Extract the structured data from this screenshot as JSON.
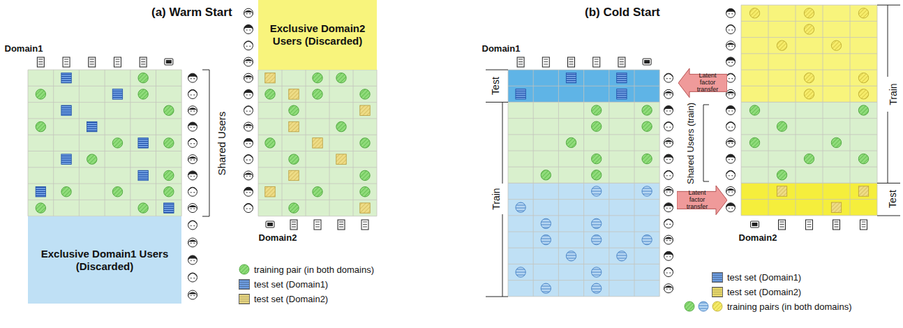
{
  "diagram": {
    "nodes": [
      {
        "text": [
          "Exclusive Domain2 Users (Discarded)"
        ]
      },
      {
        "text": [
          "Exclusive Domain1 Users (Discarded)"
        ]
      },
      {
        "text": [
          "Latent factor transfer"
        ]
      },
      {
        "text": [
          "Latent factor transfer"
        ]
      }
    ],
    "labels": [
      "(a) Warm Start",
      "Domain1",
      "Shared Users",
      "Domain2",
      "(b) Cold Start",
      "Domain1",
      "Test",
      "Train",
      "Shared Users (train)",
      "Train",
      "Test",
      "Domain2"
    ],
    "legend": [
      {
        "text": "training pair (in both domains)"
      },
      {
        "text": "test set (Domain1)",
        "color": "#6e9de0"
      },
      {
        "text": "test set (Domain2)",
        "color": "#eedc86"
      },
      {
        "text": "test set (Domain1)",
        "color": "#6e9de0"
      },
      {
        "text": "test set (Domain2)",
        "color": "#f0e070"
      },
      {
        "text": "training pairs (in both domains)"
      }
    ]
  }
}
